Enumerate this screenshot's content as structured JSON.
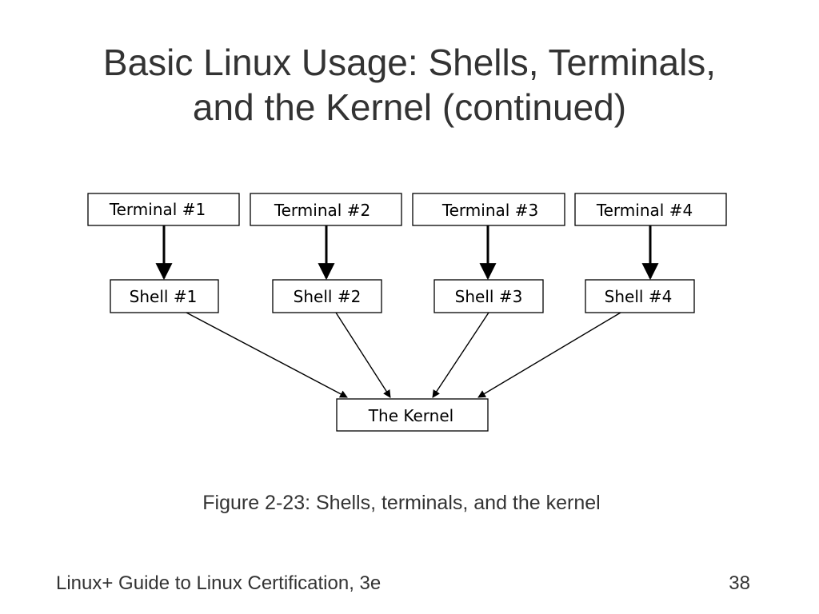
{
  "slide": {
    "title_line1": "Basic Linux Usage: Shells, Terminals,",
    "title_line2": "and the Kernel (continued)",
    "caption": "Figure 2-23: Shells, terminals, and the kernel",
    "footer_left": "Linux+ Guide to Linux Certification, 3e",
    "page_number": "38"
  },
  "diagram": {
    "terminals": [
      "Terminal #1",
      "Terminal #2",
      "Terminal #3",
      "Terminal #4"
    ],
    "shells": [
      "Shell #1",
      "Shell #2",
      "Shell #3",
      "Shell #4"
    ],
    "kernel": "The Kernel",
    "edges": [
      {
        "from": "Terminal #1",
        "to": "Shell #1"
      },
      {
        "from": "Terminal #2",
        "to": "Shell #2"
      },
      {
        "from": "Terminal #3",
        "to": "Shell #3"
      },
      {
        "from": "Terminal #4",
        "to": "Shell #4"
      },
      {
        "from": "Shell #1",
        "to": "The Kernel"
      },
      {
        "from": "Shell #2",
        "to": "The Kernel"
      },
      {
        "from": "Shell #3",
        "to": "The Kernel"
      },
      {
        "from": "Shell #4",
        "to": "The Kernel"
      }
    ]
  },
  "colors": {
    "text": "#333333",
    "diagram_stroke": "#000000",
    "background": "#ffffff"
  }
}
